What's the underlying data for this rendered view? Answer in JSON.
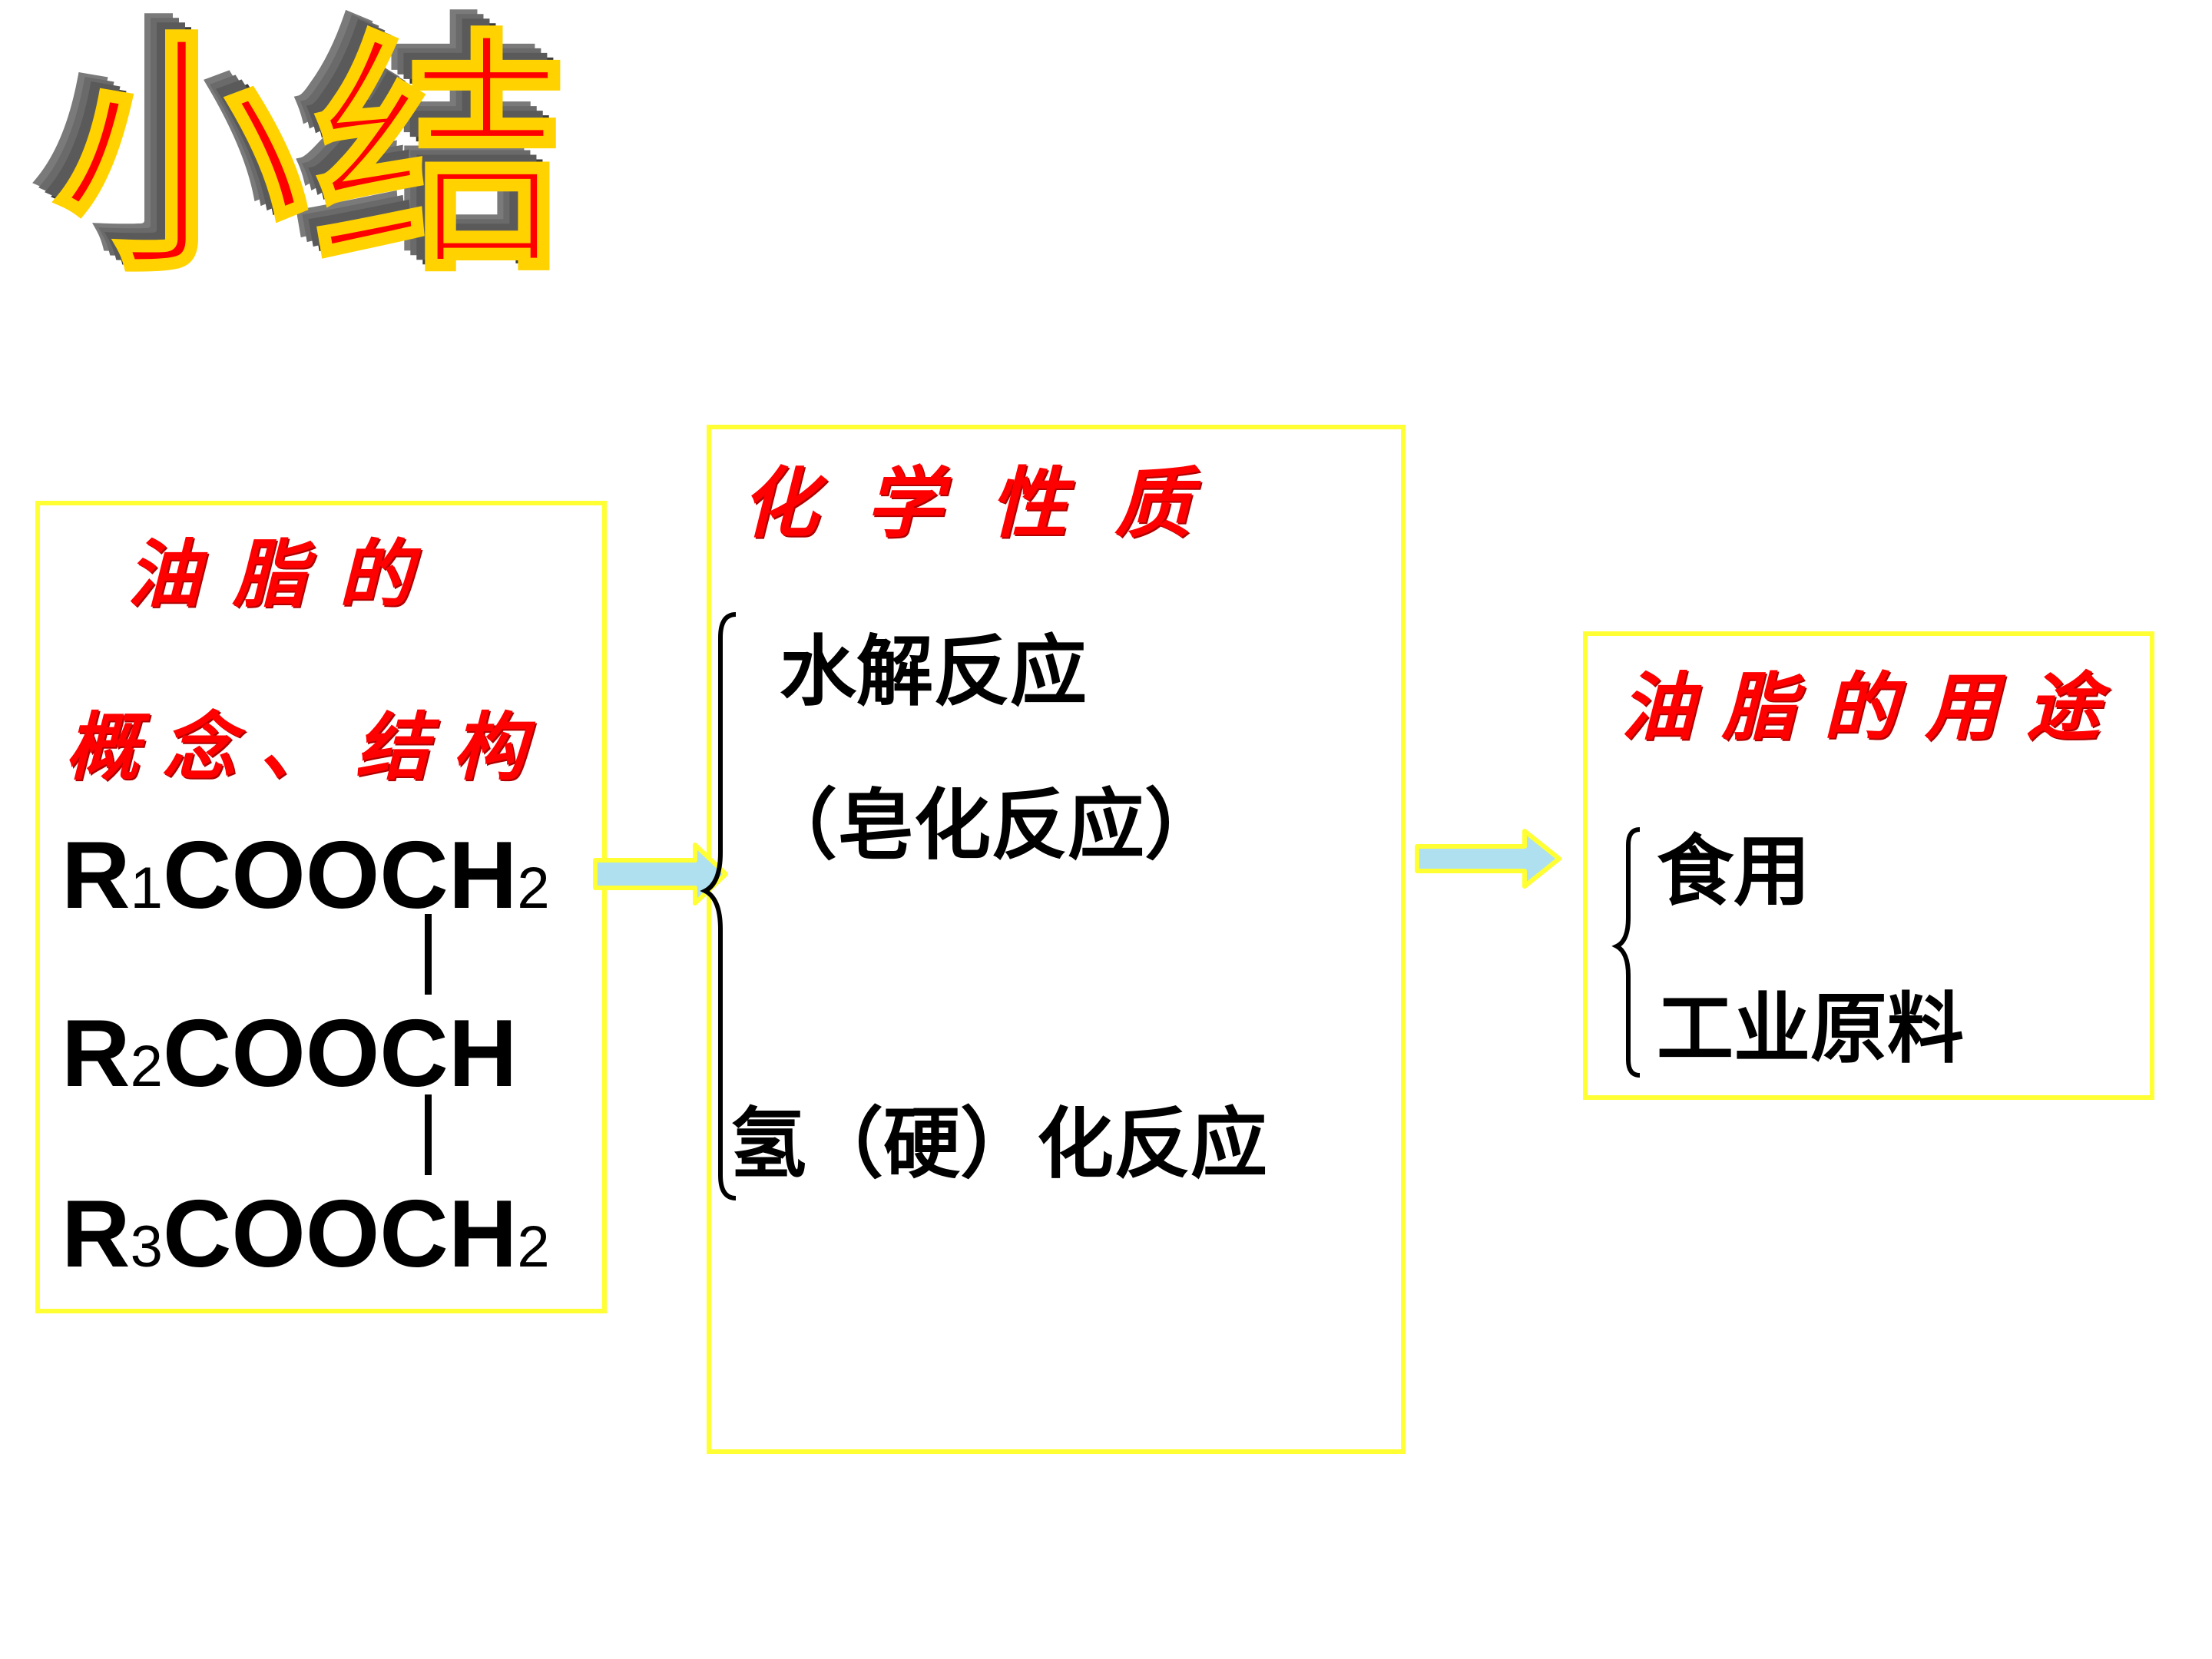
{
  "title": "小结",
  "concept_box": {
    "heading_line1": "油脂的",
    "heading_line2": "概念、结构",
    "formula": {
      "row1": {
        "r": "R",
        "sub": "1",
        "rest": "COOCH",
        "end_sub": "2"
      },
      "row2": {
        "r": "R",
        "sub": "2",
        "rest": "COOCH"
      },
      "row3": {
        "r": "R",
        "sub": "3",
        "rest": "COOCH",
        "end_sub": "2"
      }
    }
  },
  "chemical_box": {
    "heading": "化学性质",
    "items": [
      "水解反应",
      "（皂化反应）",
      "氢（硬）化反应"
    ]
  },
  "usage_box": {
    "heading": "油脂的用途",
    "items": [
      "食用",
      "工业原料"
    ]
  },
  "colors": {
    "heading_red": "#ff0000",
    "box_border": "#ffff33",
    "arrow_fill": "#aee0f0",
    "arrow_stroke": "#ffff33"
  }
}
